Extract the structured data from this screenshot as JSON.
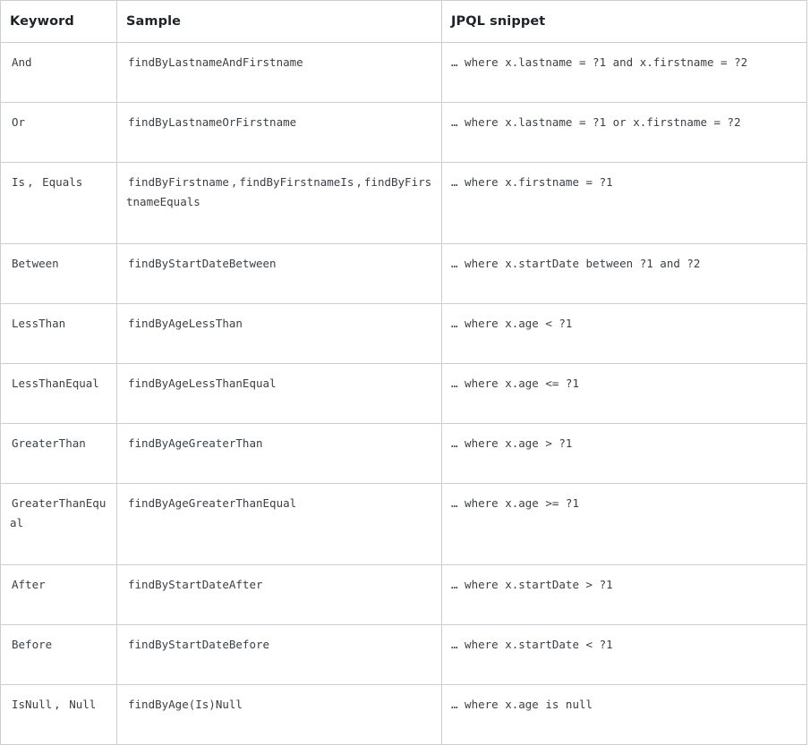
{
  "table": {
    "columns": [
      {
        "id": "keyword",
        "label": "Keyword"
      },
      {
        "id": "sample",
        "label": "Sample"
      },
      {
        "id": "jpql",
        "label": "JPQL snippet"
      }
    ],
    "separator": ",",
    "rows": [
      {
        "keyword_parts": [
          "And"
        ],
        "sample_parts": [
          "findByLastnameAndFirstname"
        ],
        "jpql": "… where x.lastname = ?1 and x.firstname = ?2",
        "tall": false
      },
      {
        "keyword_parts": [
          "Or"
        ],
        "sample_parts": [
          "findByLastnameOrFirstname"
        ],
        "jpql": "… where x.lastname = ?1 or x.firstname = ?2",
        "tall": false
      },
      {
        "keyword_parts": [
          "Is",
          "Equals"
        ],
        "sample_parts": [
          "findByFirstname",
          "findByFirstnameIs",
          "findByFirstnameEquals"
        ],
        "jpql": "… where x.firstname = ?1",
        "tall": true
      },
      {
        "keyword_parts": [
          "Between"
        ],
        "sample_parts": [
          "findByStartDateBetween"
        ],
        "jpql": "… where x.startDate between ?1 and ?2",
        "tall": false
      },
      {
        "keyword_parts": [
          "LessThan"
        ],
        "sample_parts": [
          "findByAgeLessThan"
        ],
        "jpql": "… where x.age < ?1",
        "tall": false
      },
      {
        "keyword_parts": [
          "LessThanEqual"
        ],
        "sample_parts": [
          "findByAgeLessThanEqual"
        ],
        "jpql": "… where x.age <= ?1",
        "tall": false
      },
      {
        "keyword_parts": [
          "GreaterThan"
        ],
        "sample_parts": [
          "findByAgeGreaterThan"
        ],
        "jpql": "… where x.age > ?1",
        "tall": false
      },
      {
        "keyword_parts": [
          "GreaterThanEqual"
        ],
        "sample_parts": [
          "findByAgeGreaterThanEqual"
        ],
        "jpql": "… where x.age >= ?1",
        "tall": true
      },
      {
        "keyword_parts": [
          "After"
        ],
        "sample_parts": [
          "findByStartDateAfter"
        ],
        "jpql": "… where x.startDate > ?1",
        "tall": false
      },
      {
        "keyword_parts": [
          "Before"
        ],
        "sample_parts": [
          "findByStartDateBefore"
        ],
        "jpql": "… where x.startDate < ?1",
        "tall": false
      },
      {
        "keyword_parts": [
          "IsNull",
          "Null"
        ],
        "sample_parts": [
          "findByAge(Is)Null"
        ],
        "jpql": "… where x.age is null",
        "tall": false
      }
    ]
  },
  "colors": {
    "border": "#c8d0d4",
    "code_text": "#3b4045",
    "header_text": "#1f2328",
    "background": "#ffffff"
  }
}
